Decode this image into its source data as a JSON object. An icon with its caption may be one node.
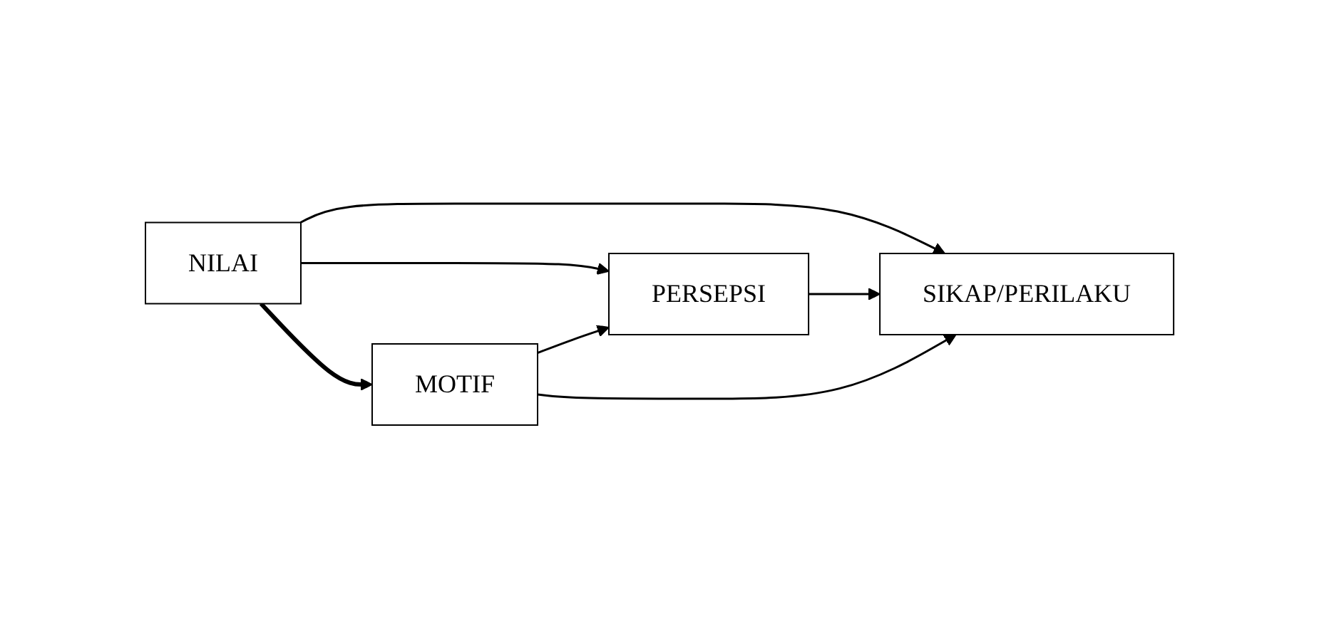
{
  "diagram": {
    "nodes": [
      {
        "text": [
          "NILAI"
        ]
      },
      {
        "text": [
          "PERSEPSI"
        ]
      },
      {
        "text": [
          "MOTIF"
        ]
      },
      {
        "text": [
          "SIKAP/PERILAKU"
        ]
      }
    ],
    "edges": [
      {
        "from": 0,
        "to": 1,
        "arrow": "to"
      },
      {
        "from": 2,
        "to": 1,
        "arrow": "to"
      },
      {
        "from": 0,
        "to": 3,
        "arrow": "to"
      },
      {
        "from": 1,
        "to": 3,
        "arrow": "to"
      },
      {
        "from": 2,
        "to": 3,
        "arrow": "to"
      },
      {
        "from": 0,
        "to": 2,
        "arrow": "to",
        "style": "thick"
      }
    ]
  }
}
